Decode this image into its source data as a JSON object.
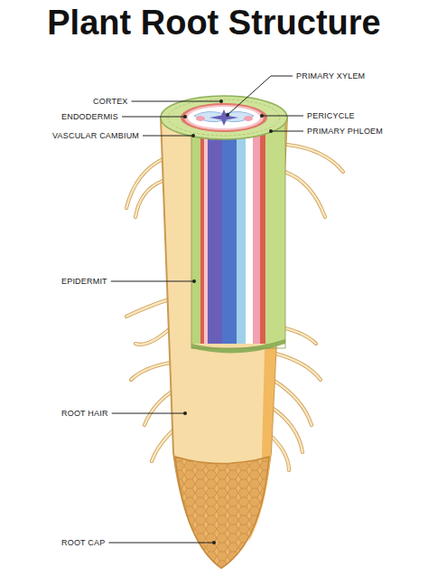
{
  "diagram": {
    "title": "Plant Root Structure",
    "labels": [
      "CORTEX",
      "ENDODERMIS",
      "VASCULAR CAMBIUM",
      "PRIMARY XYLEM",
      "PERICYCLE",
      "PRIMARY PHLOEM",
      "EPIDERMIT",
      "ROOT HAIR",
      "ROOT CAP"
    ]
  }
}
